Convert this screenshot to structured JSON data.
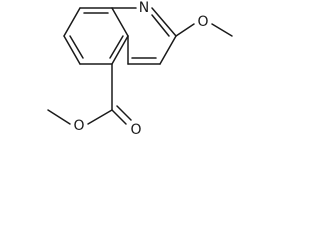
{
  "molecule": {
    "atoms": {
      "ring_nitrogen": "N",
      "methoxy_oxygen": "O",
      "carbonyl_oxygen": "O",
      "ester_oxygen": "O"
    }
  }
}
